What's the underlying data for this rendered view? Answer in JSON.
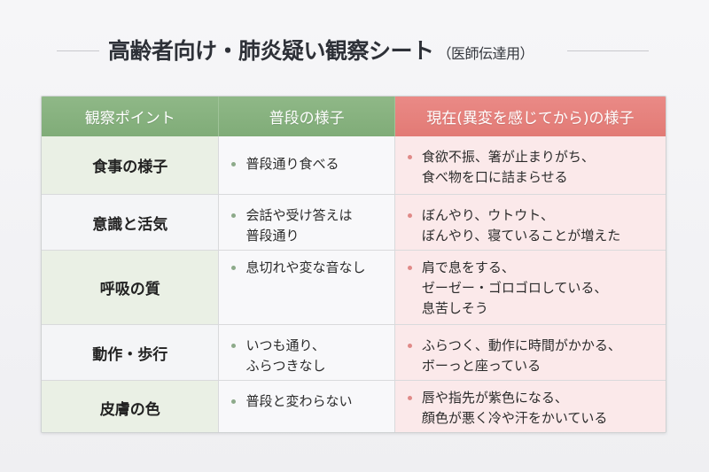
{
  "title": {
    "main": "高齢者向け・肺炎疑い観察シート",
    "sub": "（医師伝達用）"
  },
  "colors": {
    "header_green": "#85b07d",
    "header_red": "#e5807b",
    "point_green_bg": "#eaf0e5",
    "current_bg": "#fbe9ea",
    "bullet_green": "#8daa8a",
    "bullet_red": "#e08a88"
  },
  "table": {
    "headers": [
      "観察ポイント",
      "普段の様子",
      "現在(異変を感じてから)の様子"
    ],
    "rows": [
      {
        "point": "食事の様子",
        "normal": "普段通り食べる",
        "current": "食欲不振、箸が止まりがち、\n食べ物を口に詰まらせる"
      },
      {
        "point": "意識と活気",
        "normal": "会話や受け答えは\n普段通り",
        "current": "ぼんやり、ウトウト、\nぼんやり、寝ていることが増えた"
      },
      {
        "point": "呼吸の質",
        "normal": "息切れや変な音なし",
        "current": "肩で息をする、\nゼーゼー・ゴロゴロしている、\n息苦しそう"
      },
      {
        "point": "動作・歩行",
        "normal": "いつも通り、\nふらつきなし",
        "current": "ふらつく、動作に時間がかかる、\nボーっと座っている"
      },
      {
        "point": "皮膚の色",
        "normal": "普段と変わらない",
        "current": "唇や指先が紫色になる、\n顔色が悪く冷や汗をかいている"
      }
    ]
  }
}
